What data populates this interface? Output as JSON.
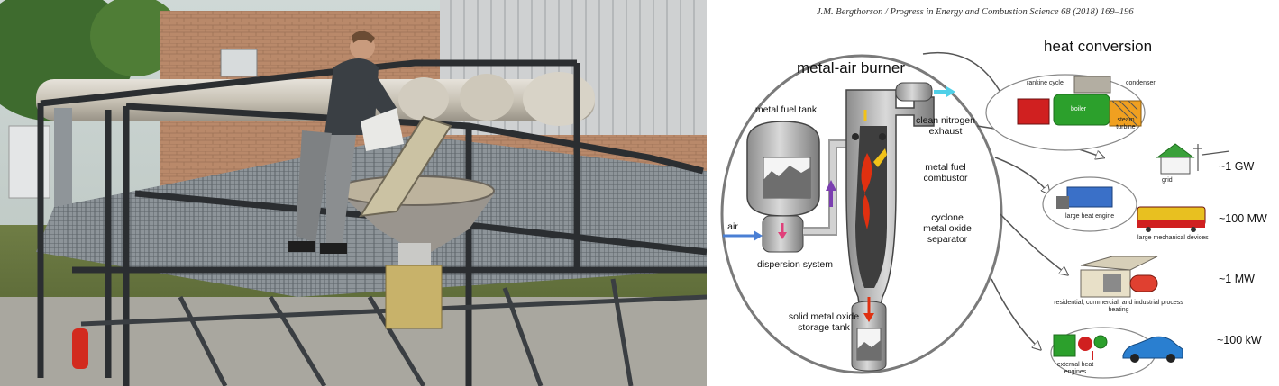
{
  "citation": "J.M. Bergthorson / Progress in Energy and Combustion Science 68 (2018) 169–196",
  "burner": {
    "title": "metal-air burner",
    "metal_fuel_tank": "metal fuel tank",
    "air": "air",
    "dispersion_system": "dispersion system",
    "clean_exhaust": "clean nitrogen exhaust",
    "combustor": "metal fuel combustor",
    "separator": "cyclone metal oxide separator",
    "storage_tank": "solid metal oxide storage tank"
  },
  "heat_conversion": {
    "title": "heat conversion",
    "rankine_cycle": "rankine cycle",
    "condenser": "condenser",
    "boiler": "boiler",
    "steam_turbine": "steam turbine",
    "grid": "grid",
    "large_heat_engine": "large heat engine",
    "large_mechanical_devices": "large mechanical devices",
    "process_heating": "residential, commercial, and industrial process heating",
    "external_heat_engines": "external heat engines"
  },
  "power_scales": [
    "~1 GW",
    "~100 MW",
    "~1 MW",
    "~100 kW"
  ],
  "colors": {
    "arrow_blue": "#4a7fd4",
    "arrow_purple": "#7b3fb0",
    "flame_red": "#e03010",
    "exhaust_cyan": "#4fd0e8",
    "engine_green": "#2ca02c",
    "turbine_orange": "#f0a020",
    "car_blue": "#2a7fd0",
    "train_red": "#d02020"
  }
}
